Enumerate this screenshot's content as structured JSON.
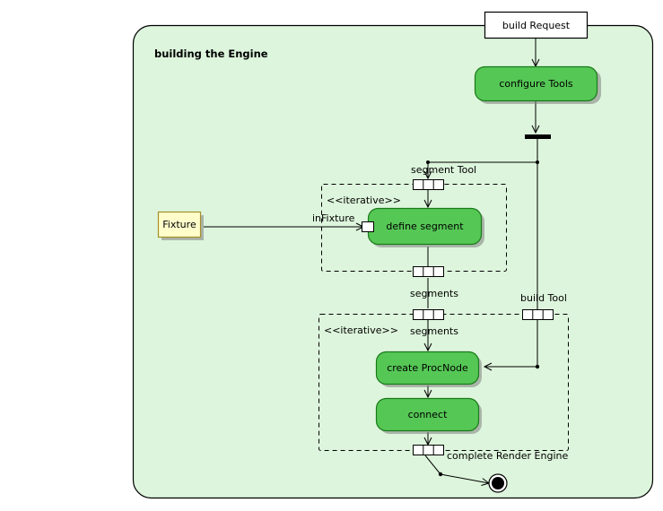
{
  "diagram": {
    "type": "uml-activity-diagram",
    "frame_title": "building the Engine",
    "colors": {
      "frame_fill": "#ddf5dc",
      "frame_stroke": "#000000",
      "action_fill": "#55c755",
      "action_stroke": "#1a7a1a",
      "object_fill": "#fffecb",
      "object_stroke": "#a58f2b",
      "white_fill": "#ffffff",
      "stroke": "#000000",
      "shadow": "#808080"
    }
  },
  "nodes": {
    "build_request": {
      "label": "build Request",
      "kind": "parameter-node"
    },
    "configure_tools": {
      "label": "configure Tools",
      "kind": "action"
    },
    "fork_bar": {
      "label": "",
      "kind": "fork-node"
    },
    "fixture": {
      "label": "Fixture",
      "kind": "object-node"
    },
    "define_segment": {
      "label": "define segment",
      "kind": "action"
    },
    "create_procnode": {
      "label": "create ProcNode",
      "kind": "action"
    },
    "connect": {
      "label": "connect",
      "kind": "action"
    },
    "final_node": {
      "label": "",
      "kind": "activity-final"
    }
  },
  "regions": {
    "upper": {
      "stereotype": "<<iterative>>",
      "kind": "expansion-region"
    },
    "lower": {
      "stereotype": "<<iterative>>",
      "kind": "expansion-region"
    }
  },
  "pins": {
    "segment_tool": {
      "label": "segment Tool"
    },
    "in_fixture": {
      "label": "inFixture"
    },
    "segments_out": {
      "label": "segments"
    },
    "segments_in": {
      "label": "segments"
    },
    "build_tool": {
      "label": "build Tool"
    },
    "complete_render_engine": {
      "label": "complete Render Engine"
    }
  }
}
